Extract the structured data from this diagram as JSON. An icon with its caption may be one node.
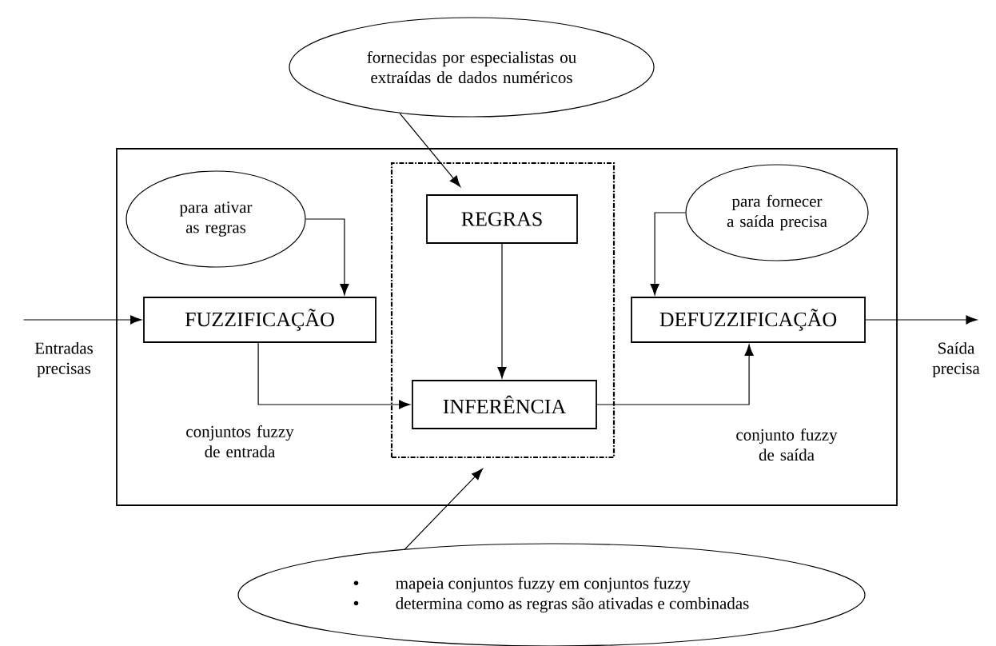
{
  "diagram": {
    "nodes": [
      {
        "text": [],
        "shape": "box"
      },
      {
        "text": [
          "fornecidas por especialistas ou extraídas de dados numéricos"
        ]
      },
      {
        "text": [],
        "shape": "box",
        "in": 0
      },
      {
        "text": [
          "para ativar as regras"
        ],
        "in": 0
      },
      {
        "text": [
          "REGRAS"
        ],
        "in": 2
      },
      {
        "text": [
          "para fornecer a saída precisa"
        ],
        "in": 0
      },
      {
        "text": [
          "FUZZIFICAÇÃO"
        ],
        "in": 0
      },
      {
        "text": [
          "DEFUZZIFICAÇÃO"
        ],
        "in": 0
      },
      {
        "text": [
          "INFERÊNCIA"
        ],
        "in": 2
      },
      {
        "text": [
          "mapeia conjuntos fuzzy em conjuntos fuzzy",
          "determina como as regras são ativadas e combinadas"
        ]
      },
      {
        "text": [
          "Entradas precisas"
        ]
      },
      {
        "text": [
          "Saída precisa"
        ]
      }
    ],
    "edges": [
      {
        "from": 1,
        "to": 4,
        "arrow": "to"
      },
      {
        "from": 3,
        "to": 6,
        "arrow": "to"
      },
      {
        "from": 5,
        "to": 7,
        "arrow": "to"
      },
      {
        "from": 10,
        "to": 6,
        "arrow": "to"
      },
      {
        "from": 6,
        "to": 8,
        "arrow": "to"
      },
      {
        "from": 4,
        "to": 8,
        "arrow": "to"
      },
      {
        "from": 8,
        "to": 7,
        "arrow": "to"
      },
      {
        "from": 7,
        "to": 11,
        "arrow": "to"
      },
      {
        "from": 9,
        "to": 2,
        "arrow": "to"
      }
    ],
    "labels": [
      "conjuntos fuzzy de entrada",
      "conjunto fuzzy de saída"
    ]
  }
}
